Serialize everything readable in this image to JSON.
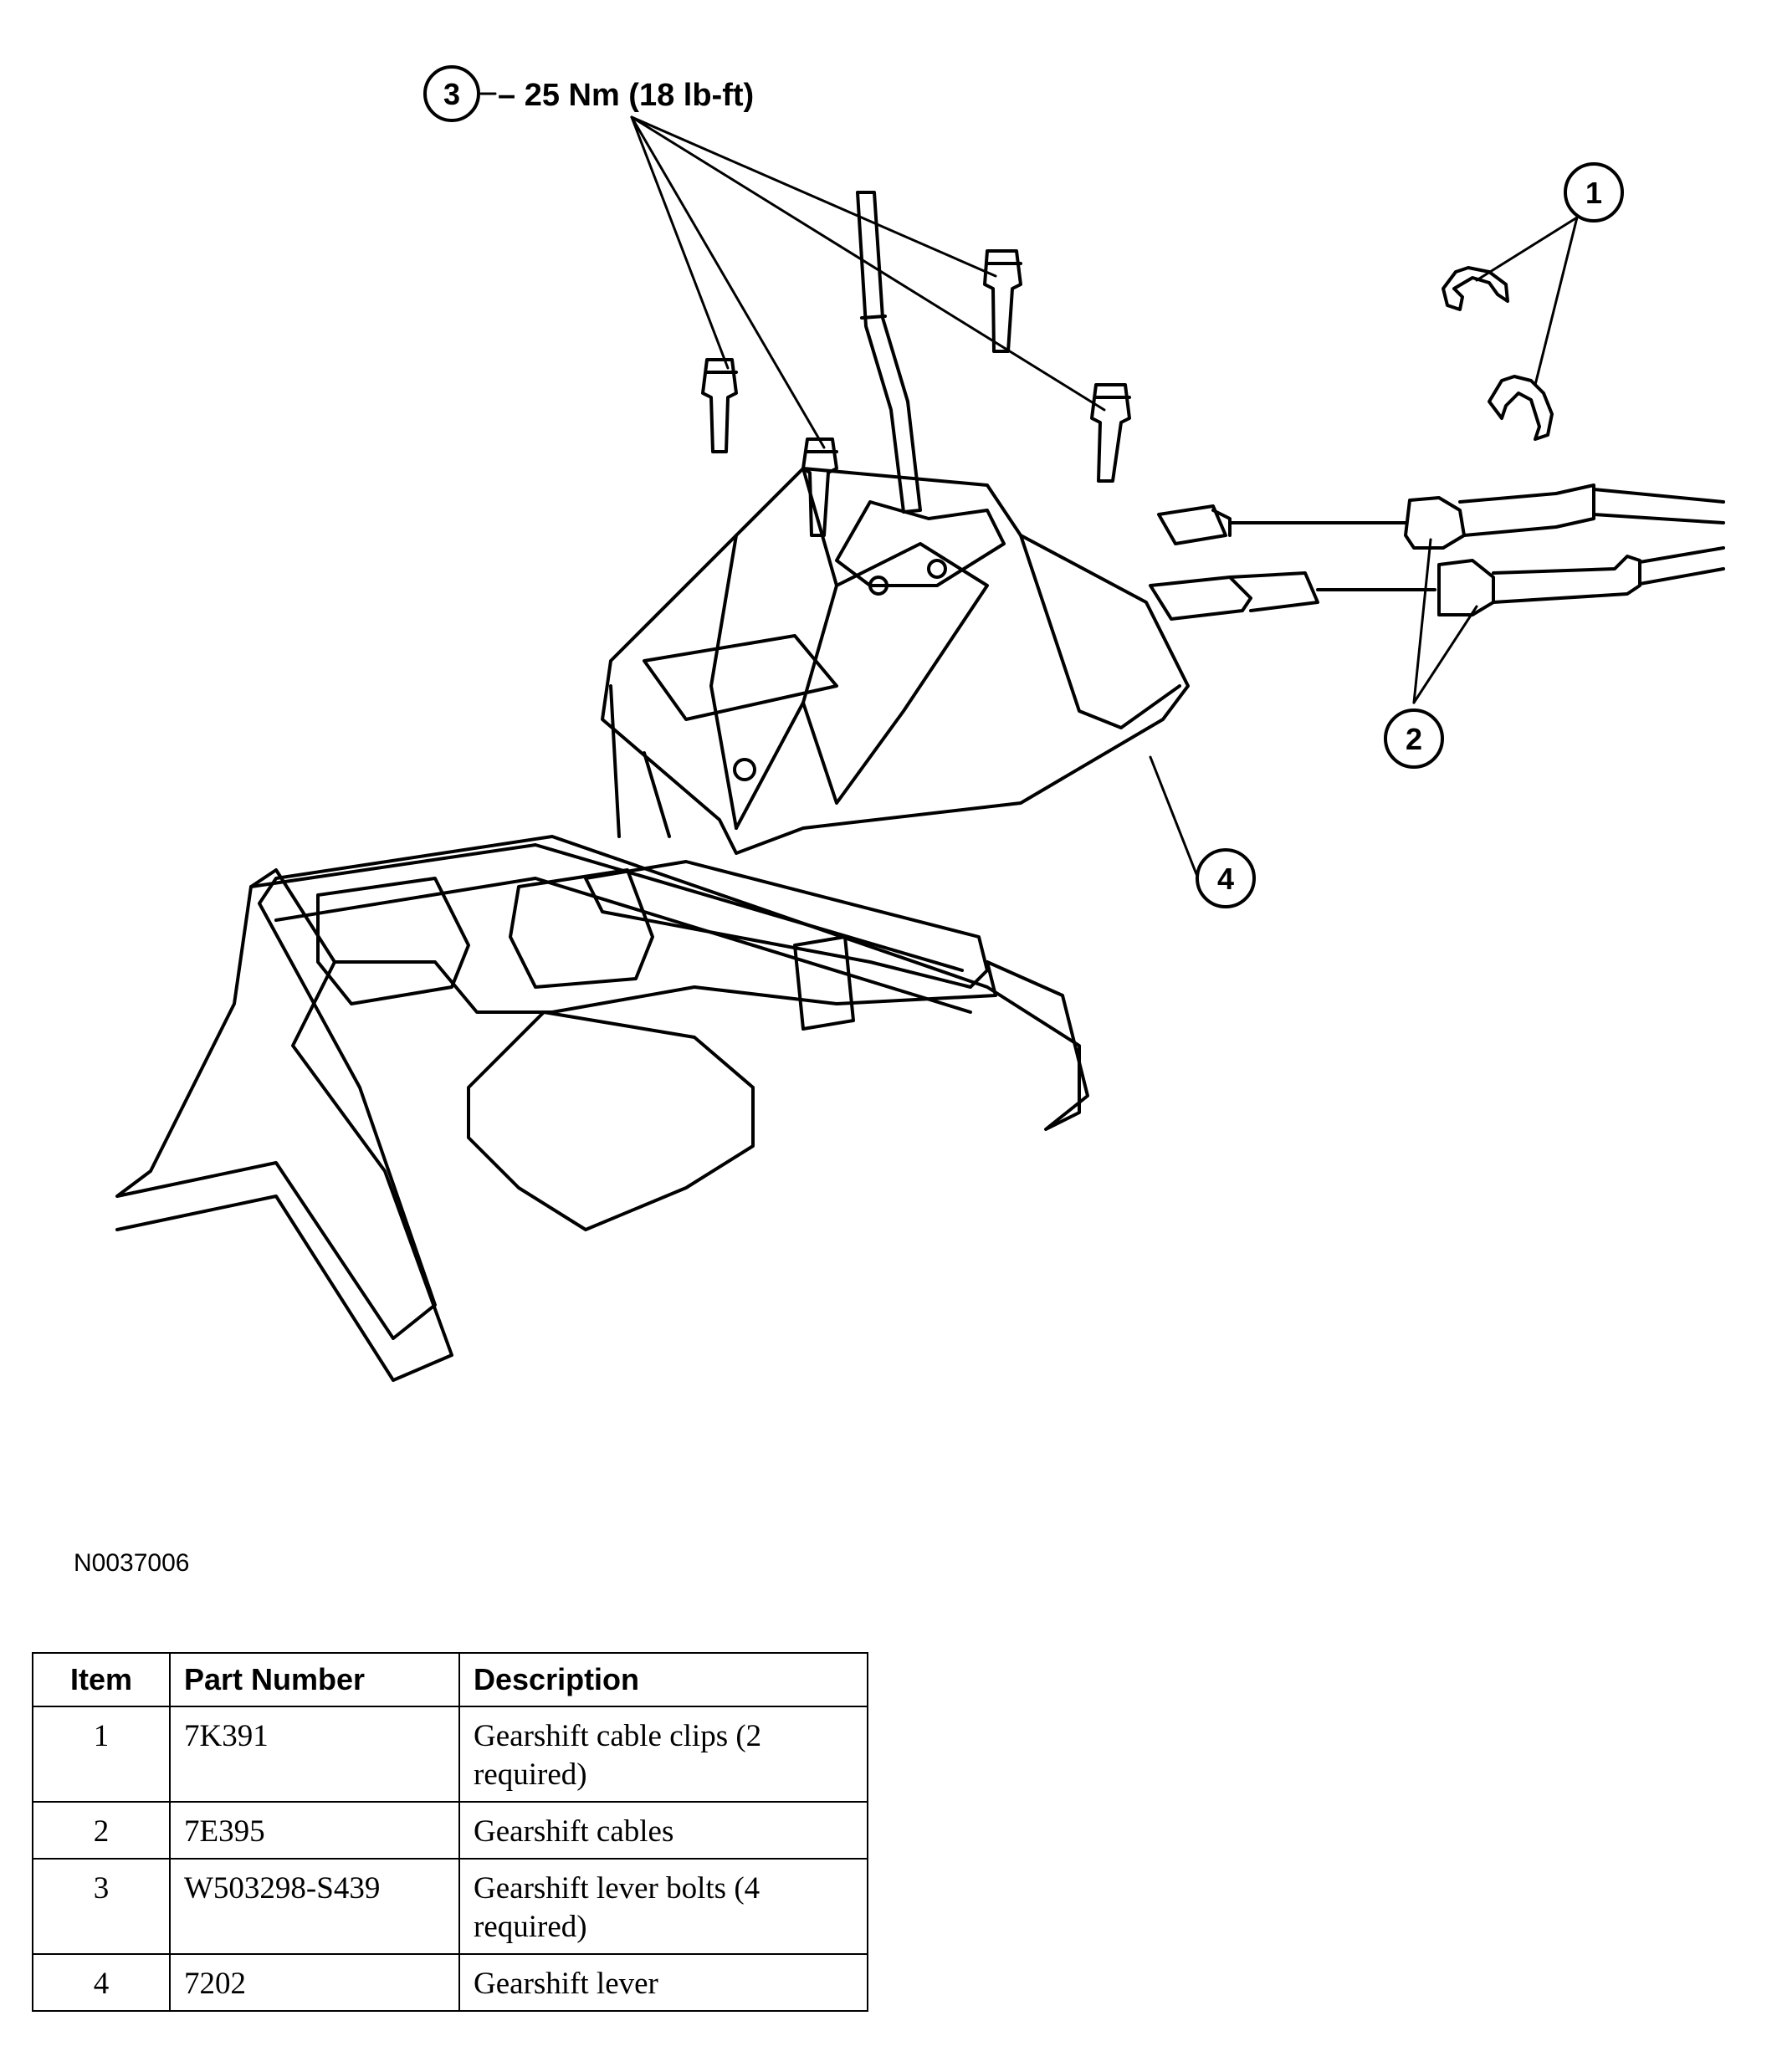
{
  "diagram": {
    "callouts": [
      {
        "id": "callout-1",
        "label": "1"
      },
      {
        "id": "callout-2",
        "label": "2"
      },
      {
        "id": "callout-3",
        "label": "3"
      },
      {
        "id": "callout-4",
        "label": "4"
      }
    ],
    "torque_spec": "– 25 Nm (18 lb-ft)",
    "figure_id": "N0037006"
  },
  "parts_table": {
    "headers": {
      "item": "Item",
      "part_number": "Part Number",
      "description": "Description"
    },
    "rows": [
      {
        "item": "1",
        "part_number": "7K391",
        "description": "Gearshift cable clips (2 required)"
      },
      {
        "item": "2",
        "part_number": "7E395",
        "description": "Gearshift cables"
      },
      {
        "item": "3",
        "part_number": "W503298-S439",
        "description": "Gearshift lever bolts (4 required)"
      },
      {
        "item": "4",
        "part_number": "7202",
        "description": "Gearshift lever"
      }
    ]
  }
}
